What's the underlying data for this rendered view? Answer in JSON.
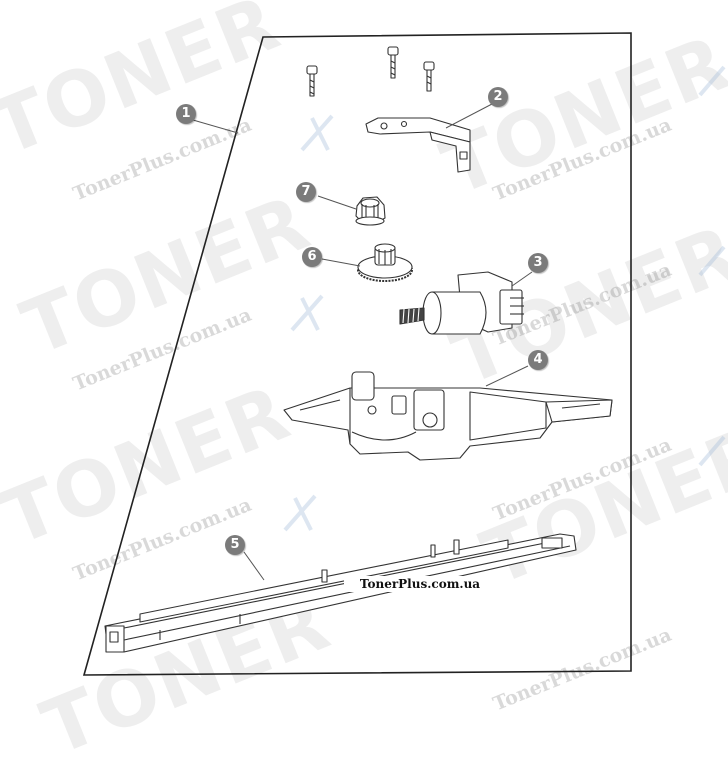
{
  "watermark": {
    "brand": "TONER",
    "url": "TonerPlus.com.ua"
  },
  "site_label": "TonerPlus.com.ua",
  "callouts": [
    "1",
    "2",
    "3",
    "4",
    "5",
    "6",
    "7"
  ],
  "colors": {
    "line": "#333333",
    "callout_fill": "#7b7b7b",
    "callout_text": "#ffffff",
    "watermark_accent": "#9db8d6"
  }
}
